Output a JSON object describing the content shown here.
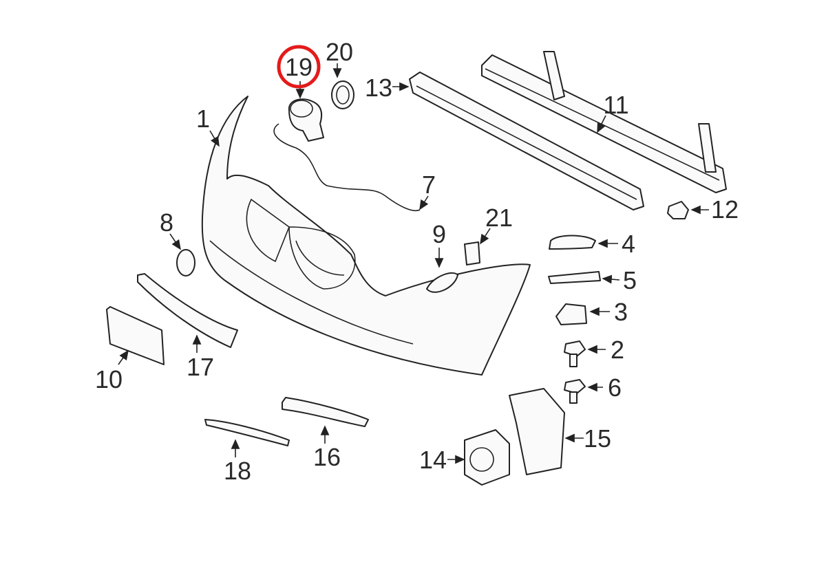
{
  "title": "Front bumper parts diagram",
  "highlight_color": "#e41b1b",
  "highlighted_part": "19",
  "callouts": {
    "p1": "1",
    "p2": "2",
    "p3": "3",
    "p4": "4",
    "p5": "5",
    "p6": "6",
    "p7": "7",
    "p8": "8",
    "p9": "9",
    "p10": "10",
    "p11": "11",
    "p12": "12",
    "p13": "13",
    "p14": "14",
    "p15": "15",
    "p16": "16",
    "p17": "17",
    "p18": "18",
    "p19": "19",
    "p20": "20",
    "p21": "21"
  }
}
